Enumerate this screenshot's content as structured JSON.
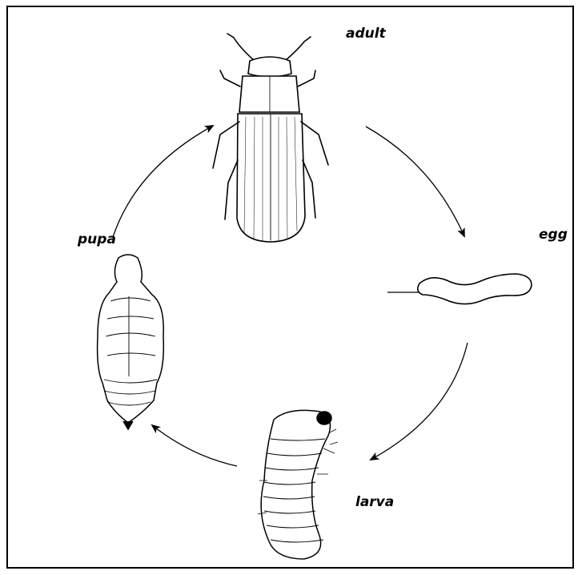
{
  "labels": {
    "adult": "adult",
    "egg": "egg",
    "larva": "larva",
    "pupa": "pupa"
  },
  "icons": [
    "beetle-adult-icon",
    "egg-icon",
    "larva-icon",
    "pupa-icon"
  ],
  "colors": {
    "ink": "#000000",
    "background": "#ffffff"
  }
}
